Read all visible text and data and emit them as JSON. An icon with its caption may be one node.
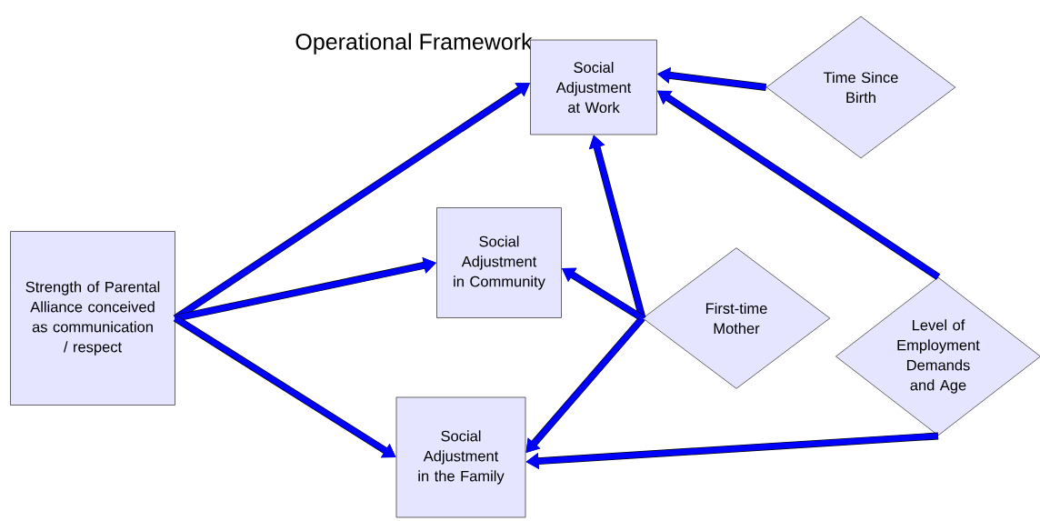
{
  "diagram": {
    "title": "Operational Framework",
    "nodes": [
      {
        "text": [
          "Strength of Parental Alliance conceived as communication / respect"
        ]
      },
      {
        "text": [
          "Social Adjustment at Work"
        ]
      },
      {
        "text": [
          "Time Since Birth"
        ]
      },
      {
        "text": [
          "Social Adjustment in Community"
        ]
      },
      {
        "text": [
          "First-time Mother"
        ]
      },
      {
        "text": [
          "Level of Employment Demands and Age"
        ]
      },
      {
        "text": [
          "Social Adjustment in the Family"
        ]
      }
    ],
    "edges": [
      {
        "from": 0,
        "to": 1,
        "arrow": "to"
      },
      {
        "from": 0,
        "to": 3,
        "arrow": "to"
      },
      {
        "from": 0,
        "to": 6,
        "arrow": "to"
      },
      {
        "from": 2,
        "to": 1,
        "arrow": "to"
      },
      {
        "from": 4,
        "to": 1,
        "arrow": "to"
      },
      {
        "from": 4,
        "to": 3,
        "arrow": "to"
      },
      {
        "from": 4,
        "to": 6,
        "arrow": "to"
      },
      {
        "from": 5,
        "to": 1,
        "arrow": "to"
      },
      {
        "from": 5,
        "to": 6,
        "arrow": "to"
      }
    ]
  }
}
